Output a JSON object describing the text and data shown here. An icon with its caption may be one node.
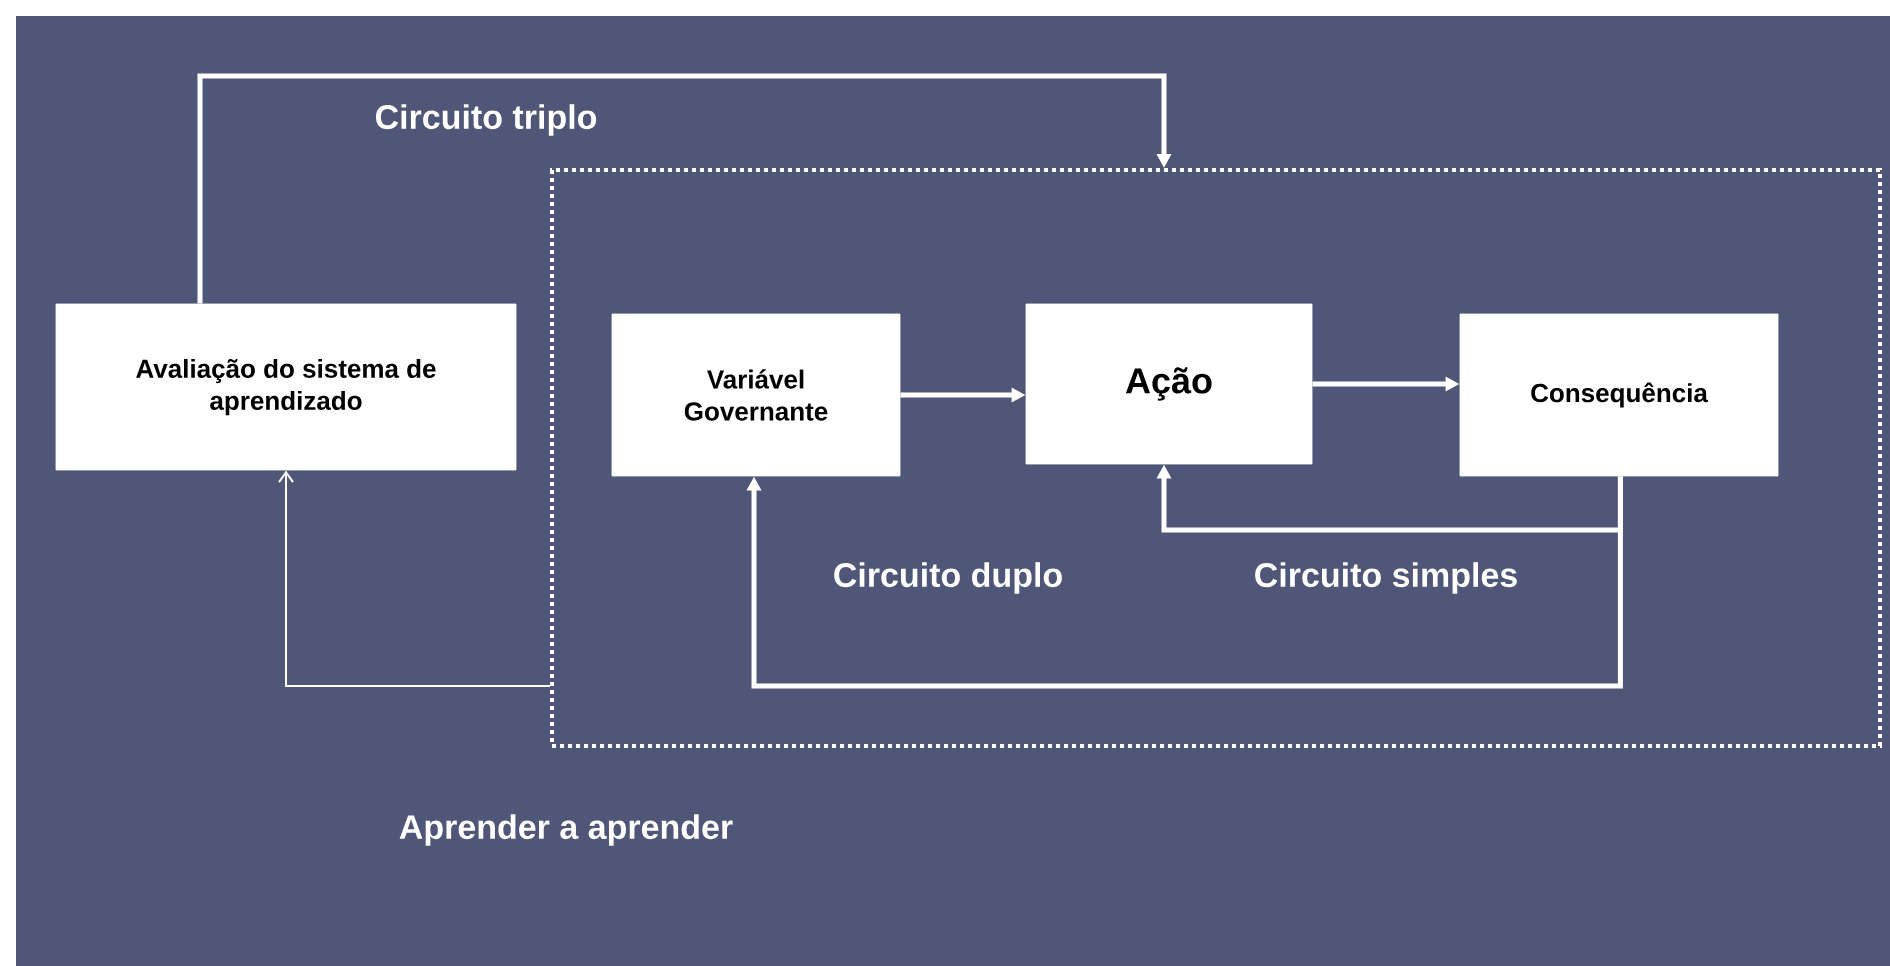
{
  "diagram": {
    "nodes": [
      {
        "text": [
          "Avaliação do sistema de aprendizado"
        ]
      },
      {
        "text": [],
        "shape": "box"
      },
      {
        "text": [
          "Variável Governante"
        ],
        "in": 1
      },
      {
        "text": [
          "Ação"
        ],
        "in": 1
      },
      {
        "text": [
          "Consequência"
        ],
        "in": 1
      }
    ],
    "edges": [
      {
        "from": 0,
        "to": 1,
        "arrow": "to",
        "label": "Circuito triplo"
      },
      {
        "from": 2,
        "to": 3,
        "arrow": "to"
      },
      {
        "from": 3,
        "to": 4,
        "arrow": "to"
      },
      {
        "from": 4,
        "to": 3,
        "arrow": "to",
        "label": "Circuito simples"
      },
      {
        "from": 4,
        "to": 2,
        "arrow": "to",
        "label": "Circuito duplo"
      },
      {
        "from": 1,
        "to": 0,
        "arrow": "to"
      }
    ],
    "labels": [
      "Aprender a aprender"
    ]
  }
}
